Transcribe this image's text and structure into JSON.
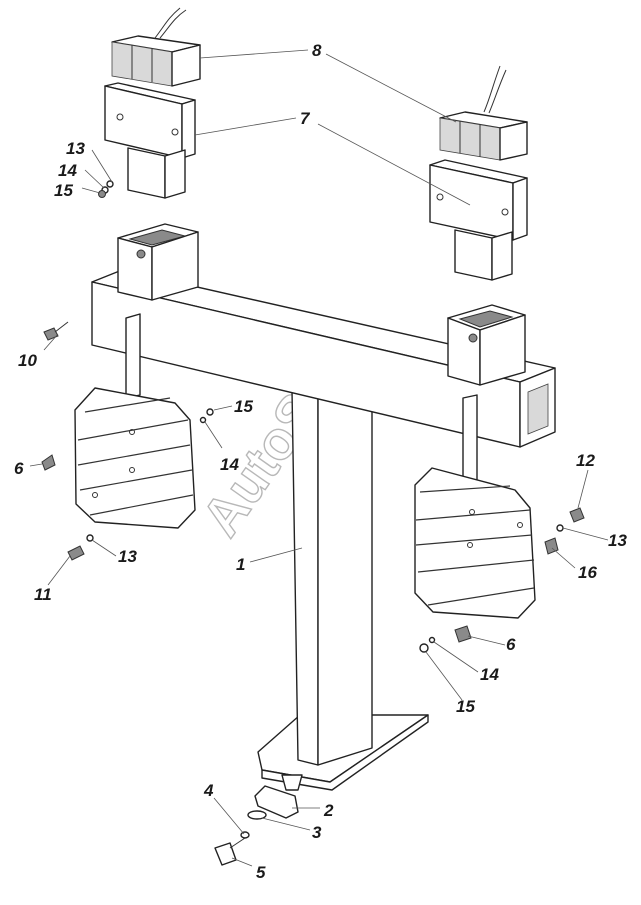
{
  "watermark": "AutoSoft",
  "callouts": [
    {
      "id": "c8",
      "text": "8"
    },
    {
      "id": "c7",
      "text": "7"
    },
    {
      "id": "c13a",
      "text": "13"
    },
    {
      "id": "c14a",
      "text": "14"
    },
    {
      "id": "c15a",
      "text": "15"
    },
    {
      "id": "c10",
      "text": "10"
    },
    {
      "id": "c15b",
      "text": "15"
    },
    {
      "id": "c14b",
      "text": "14"
    },
    {
      "id": "c6a",
      "text": "6"
    },
    {
      "id": "c13b",
      "text": "13"
    },
    {
      "id": "c11",
      "text": "11"
    },
    {
      "id": "c1",
      "text": "1"
    },
    {
      "id": "c12",
      "text": "12"
    },
    {
      "id": "c13c",
      "text": "13"
    },
    {
      "id": "c16",
      "text": "16"
    },
    {
      "id": "c6b",
      "text": "6"
    },
    {
      "id": "c14c",
      "text": "14"
    },
    {
      "id": "c15c",
      "text": "15"
    },
    {
      "id": "c4",
      "text": "4"
    },
    {
      "id": "c2",
      "text": "2"
    },
    {
      "id": "c3",
      "text": "3"
    },
    {
      "id": "c5",
      "text": "5"
    }
  ]
}
